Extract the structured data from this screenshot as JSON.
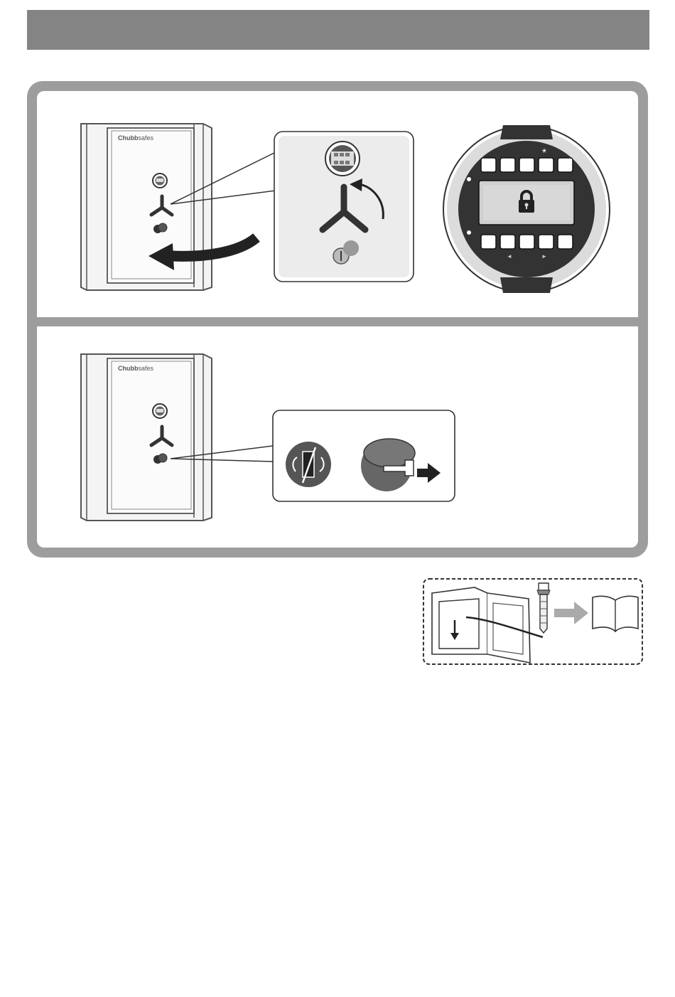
{
  "brand": {
    "bold": "Chubb",
    "light": "safes"
  },
  "keypad": {
    "star_symbol": "*",
    "left_arrow": "◄",
    "right_arrow": "►"
  },
  "icons": [
    "safe-cabinet",
    "electronic-lock-keypad",
    "three-spoke-handle",
    "padlock-icon",
    "key-lock",
    "drill-bit-anchor",
    "open-book-icon"
  ],
  "colors": {
    "header": "#848484",
    "frame": "#9d9d9d",
    "callout_bg": "#ececec",
    "keypad_dark": "#333333"
  }
}
